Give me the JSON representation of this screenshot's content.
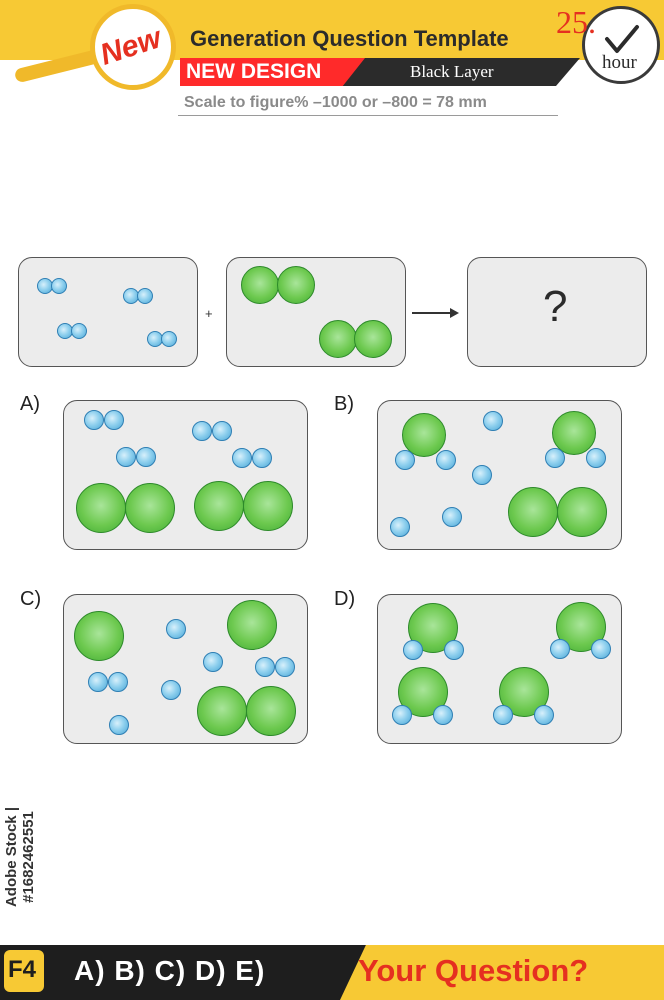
{
  "header": {
    "badge": "New",
    "title": "Generation Question Template",
    "subtitle_left": "NEW DESIGN",
    "subtitle_right": "Black Layer",
    "scale_note": "Scale to figure% –1000 or –800 = 78 mm",
    "clock_number": "25.",
    "clock_unit": "hour"
  },
  "question": {
    "operator": "+",
    "unknown": "?"
  },
  "options": {
    "a": "A)",
    "b": "B)",
    "c": "C)",
    "d": "D)"
  },
  "footer": {
    "badge": "F4",
    "answer_options": "A) B) C) D) E)",
    "prompt": "Your Question?"
  },
  "watermark": {
    "stock_id": "Adobe Stock | #1682462551"
  },
  "colors": {
    "accent_yellow": "#f7c934",
    "accent_red": "#ff2a2a",
    "atom_blue": "#8fd0ee",
    "atom_green": "#6dc94f"
  }
}
